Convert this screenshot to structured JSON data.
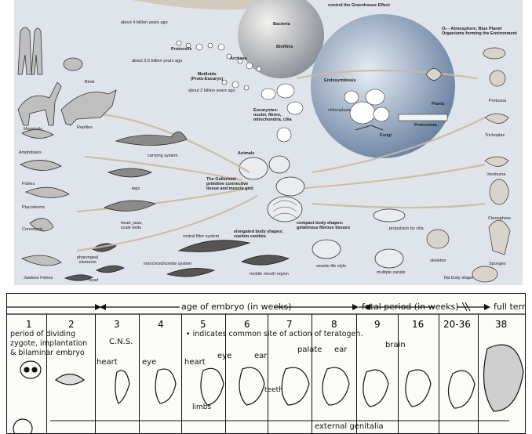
{
  "evolution": {
    "header_text": "control the Greenhouse Effect",
    "atmosphere_text": "O₂ - Atmosphere, Blue Planet\nOrganisms forming the Environment",
    "time_4bya": "about 4 billion years ago",
    "time_3_6bya": "about 3.6 billion years ago",
    "time_2bya": "about 2 billion years ago",
    "protocells": "Protocells",
    "bacteria": "Bacteria",
    "biofilms": "Biofilms",
    "archaea": "Archaea",
    "motiloids": "Motiloids\n(Proto-Eucaryc)",
    "eucaryotes": "Eucaryotes:\nnuclei, fibres,\nmitochondria, cilia",
    "endosymbiosis": "Endosymbiosis",
    "chloroplasts": "chloroplasts",
    "plants": "Plants",
    "protoctista": "Protoctista",
    "fungi": "Fungi",
    "animals": "Animals",
    "gallertoid": "The Gallertoid:\nprimitive connective\ntissue and muscle grid",
    "elongated": "elongated body shapes:\ncoelom cavities",
    "compact": "compact body shapes:\ngelatinous fibrous tissues",
    "propulsion": "propulsion by cilia",
    "rostral": "rostral filter system",
    "mouth": "mobile mouth region",
    "sessile": "sessile life style",
    "canals": "multiple canals",
    "skeleton": "skeleton",
    "flatbody": "flat body shape",
    "notochord": "notochord/somite system",
    "head": "head",
    "pharyngeal": "pharyngeal\nelements",
    "headjaws": "head, jaws,\nscale belts",
    "legs": "legs",
    "carrying": "carrying system",
    "left_groups": [
      "Birds",
      "Mammals",
      "Reptiles",
      "Amphibians",
      "Fishes",
      "Placoderms",
      "Conodonts",
      "Jawless Fishes"
    ],
    "right_groups": [
      "Protozoa",
      "Trichoplax",
      "Vendozoa",
      "Ctenophora",
      "Sponges"
    ]
  },
  "embryo": {
    "age_label": "age of embryo (in weeks)",
    "fetal_label": "fetal period (in weeks)",
    "full_term": "full term",
    "weeks": [
      "1",
      "2",
      "3",
      "4",
      "5",
      "6",
      "7",
      "8",
      "9",
      "16",
      "20-36",
      "38"
    ],
    "period_text": "period of dividing\nzygote, implantation\n& bilaminar embryo",
    "cns": "C.N.S.",
    "heart1": "heart",
    "heart2": "heart",
    "eye1": "eye",
    "eye2": "eye",
    "ear1": "ear",
    "ear2": "ear",
    "palate": "palate",
    "brain": "brain",
    "limbs": "limbs",
    "teeth": "teeth",
    "indicates": "• indicates common site of action of teratogen.",
    "genitalia": "external genitalia"
  }
}
